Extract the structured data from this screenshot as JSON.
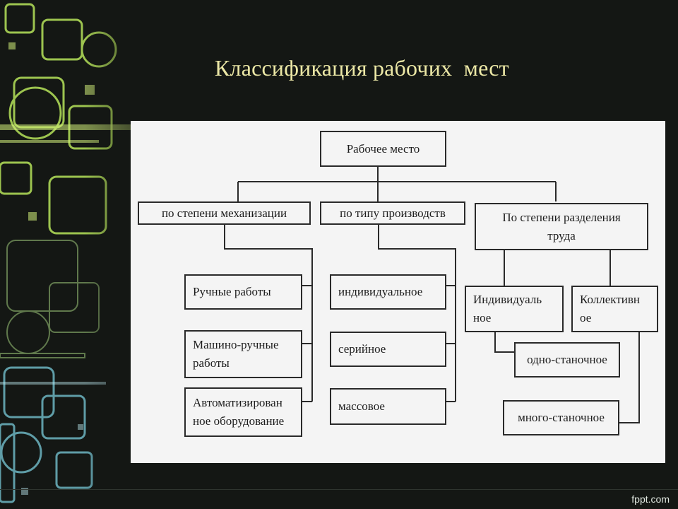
{
  "slide": {
    "title": "Классификация рабочих  мест",
    "brand": "fppt.com"
  },
  "diagram": {
    "root": "Рабочее место",
    "categories": {
      "mechanization": "по степени механизации",
      "production": "по типу производств",
      "labor_division": "По степени разделения труда"
    },
    "mechanization_items": [
      "Ручные работы",
      "Машино-ручные работы",
      "Автоматизирован ное оборудование"
    ],
    "production_items": [
      "индивидуальное",
      "серийное",
      "массовое"
    ],
    "labor_division_items": [
      "Индивидуаль ное",
      "Коллективн ое"
    ],
    "machine_items": [
      "одно-станочное",
      "много-станочное"
    ]
  },
  "colors": {
    "background": "#141714",
    "panel": "#f4f4f4",
    "title": "#ece8a6",
    "lines": "#2a2a2a",
    "deco_green": "#b6e35a",
    "deco_cyan": "#7fd6e6"
  }
}
